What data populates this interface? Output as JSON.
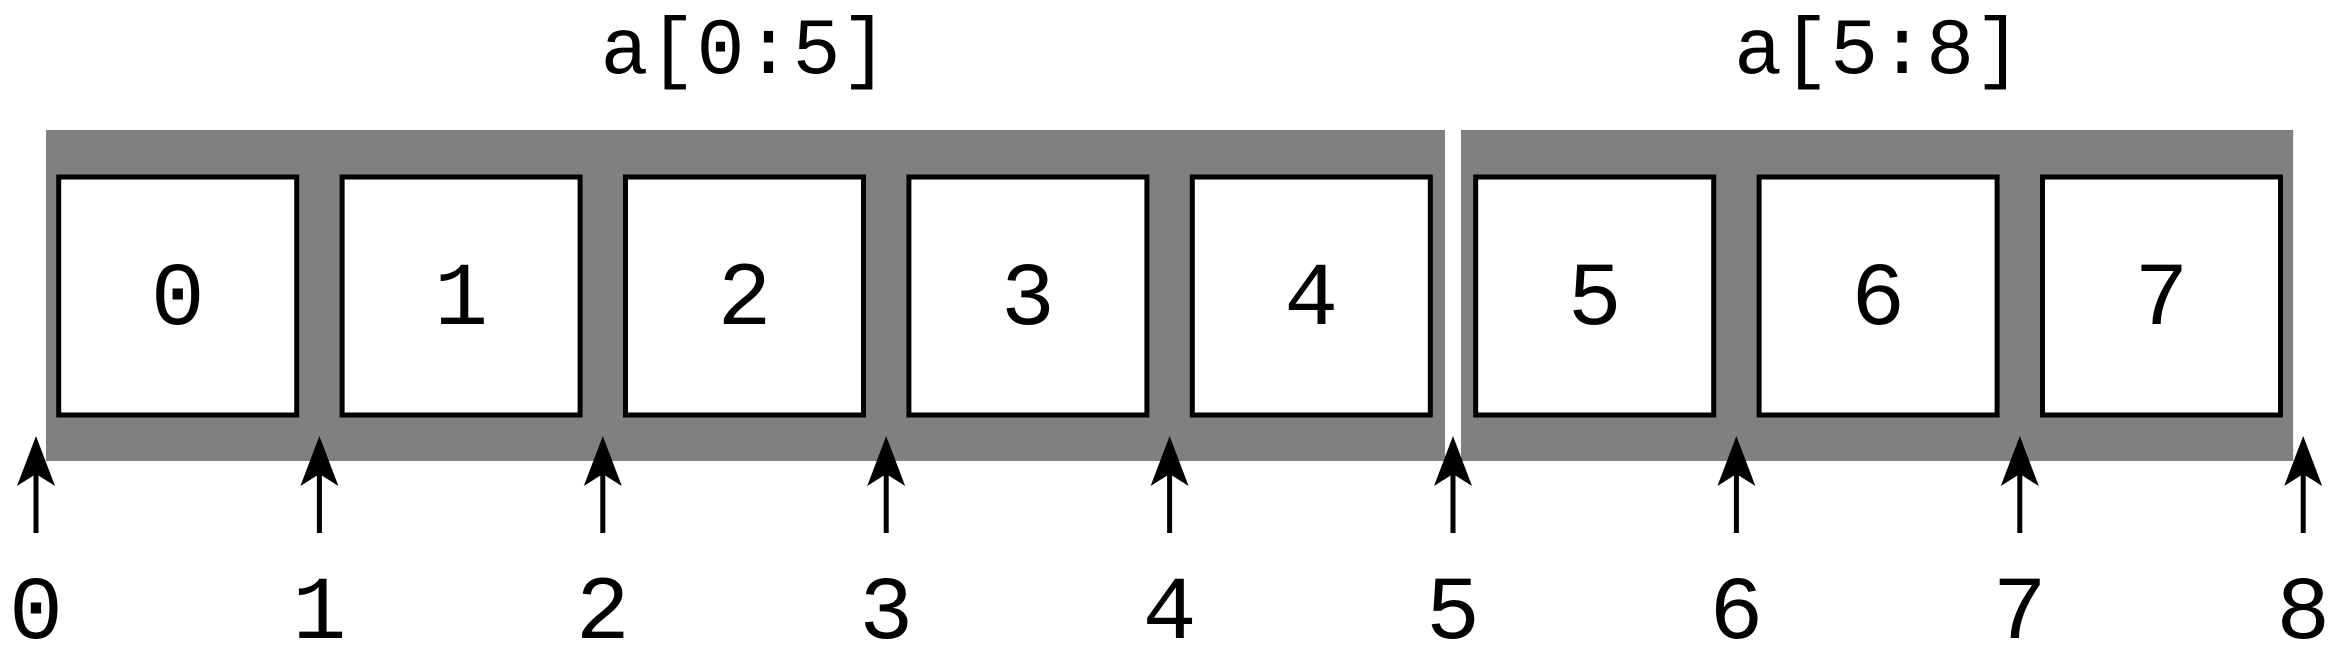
{
  "slices": [
    {
      "label": "a[0:5]",
      "start": 0,
      "end": 5
    },
    {
      "label": "a[5:8]",
      "start": 5,
      "end": 8
    }
  ],
  "elements": [
    "0",
    "1",
    "2",
    "3",
    "4",
    "5",
    "6",
    "7"
  ],
  "indices": [
    "0",
    "1",
    "2",
    "3",
    "4",
    "5",
    "6",
    "7",
    "8"
  ],
  "colors": {
    "slice_fill": "#808080",
    "cell_fill": "#ffffff",
    "stroke": "#000000",
    "background": "#ffffff"
  }
}
